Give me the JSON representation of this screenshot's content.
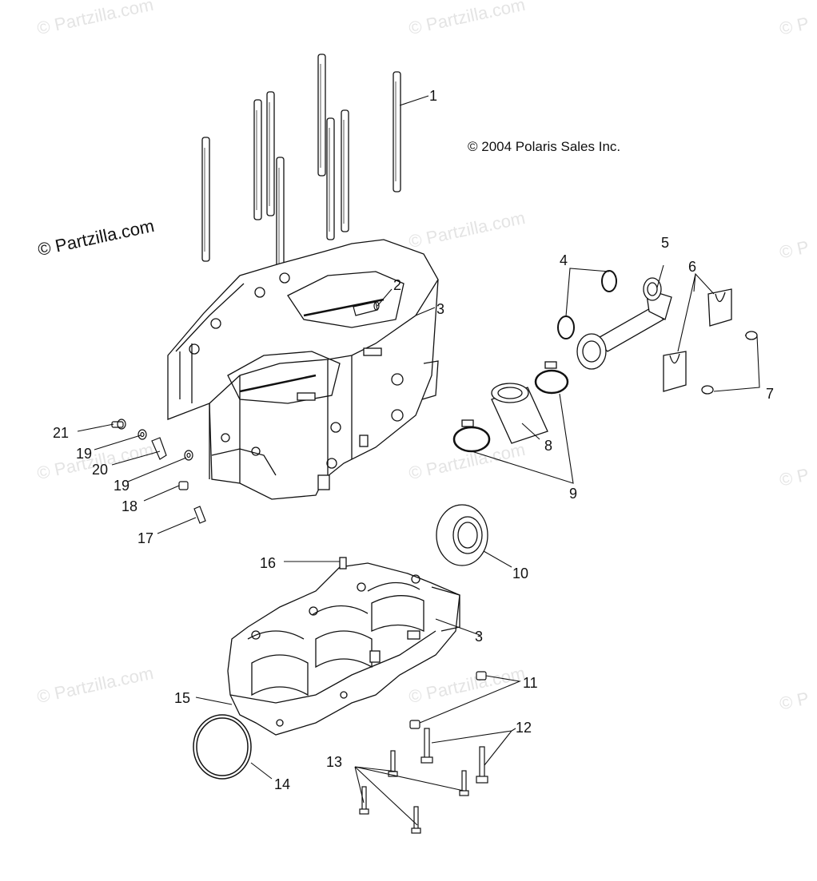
{
  "copyright": "© 2004 Polaris Sales Inc.",
  "watermark": "© Partzilla.com",
  "watermark_partial": "© P",
  "callouts": [
    "1",
    "2",
    "3",
    "3",
    "4",
    "5",
    "6",
    "7",
    "8",
    "9",
    "10",
    "11",
    "12",
    "13",
    "14",
    "15",
    "16",
    "17",
    "18",
    "19",
    "19",
    "20",
    "21"
  ]
}
